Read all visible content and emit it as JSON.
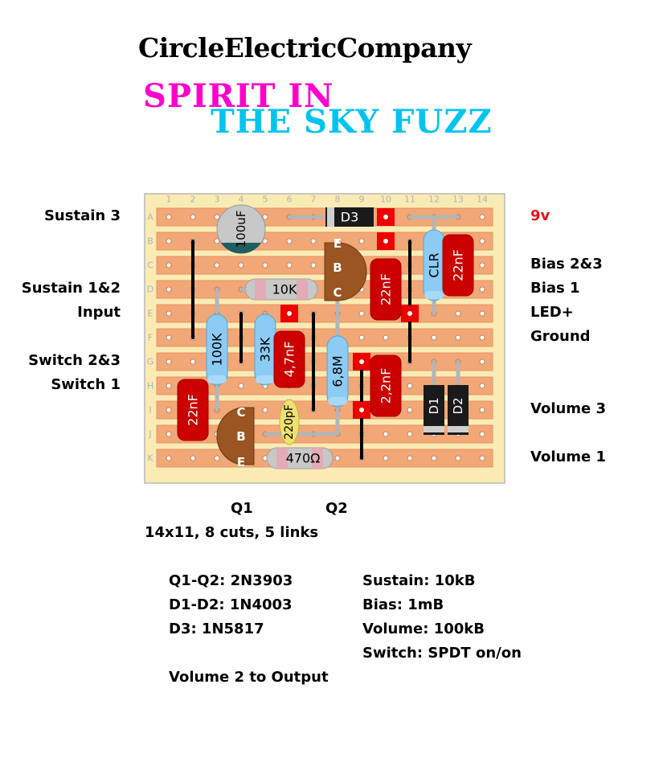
{
  "brand": "CircleElectricCompany",
  "title": {
    "line1": "SPIRIT IN",
    "line2": "THE SKY FUZZ"
  },
  "columns": [
    "1",
    "2",
    "3",
    "4",
    "5",
    "6",
    "7",
    "8",
    "9",
    "10",
    "11",
    "12",
    "13",
    "14"
  ],
  "rows": [
    "A",
    "B",
    "C",
    "D",
    "E",
    "F",
    "G",
    "H",
    "I",
    "J",
    "K"
  ],
  "left_labels": [
    {
      "row": 0,
      "text": "Sustain 3"
    },
    {
      "row": 3,
      "text": "Sustain 1&2"
    },
    {
      "row": 4,
      "text": "Input"
    },
    {
      "row": 6,
      "text": "Switch 2&3"
    },
    {
      "row": 7,
      "text": "Switch 1"
    }
  ],
  "right_labels": [
    {
      "row": 0,
      "text": "9v",
      "accent": true
    },
    {
      "row": 2,
      "text": "Bias 2&3"
    },
    {
      "row": 3,
      "text": "Bias 1"
    },
    {
      "row": 4,
      "text": "LED+"
    },
    {
      "row": 5,
      "text": "Ground"
    },
    {
      "row": 8,
      "text": "Volume 3"
    },
    {
      "row": 10,
      "text": "Volume 1"
    }
  ],
  "components": {
    "c100uF": "100uF",
    "d3": "D3",
    "r10k": "10K",
    "q2_pins": [
      "E",
      "B",
      "C"
    ],
    "c22nf_top": "22nF",
    "clr": "CLR",
    "c22nf_right": "22nF",
    "r100k": "100K",
    "r33k": "33K",
    "c4n7": "4,7nF",
    "r6m8": "6,8M",
    "c2n2": "2,2nF",
    "c22nf_left": "22nF",
    "q1_pins": [
      "C",
      "B",
      "E"
    ],
    "c220pf": "220pF",
    "r470": "470Ω",
    "d1": "D1",
    "d2": "D2"
  },
  "transistor_labels": {
    "q1": "Q1",
    "q2": "Q2"
  },
  "summary": "14x11, 8 cuts, 5 links",
  "parts": {
    "q": "Q1-Q2: 2N3903",
    "d12": "D1-D2: 1N4003",
    "d3": "D3: 1N5817",
    "sustain": "Sustain: 10kB",
    "bias": "Bias: 1mB",
    "volume": "Volume: 100kB",
    "switch": "Switch: SPDT on/on",
    "output": "Volume 2 to Output"
  },
  "colors": {
    "board": "#faebb4",
    "strip": "#f2a777",
    "strip_edge": "#e59062",
    "cut": "#ee0000",
    "resistor": "#8ccbf4",
    "cap": "#cc0000",
    "brand": "#000000",
    "title1": "#ff00cc",
    "title2": "#00c4f0",
    "accent_label": "#e8141c"
  }
}
